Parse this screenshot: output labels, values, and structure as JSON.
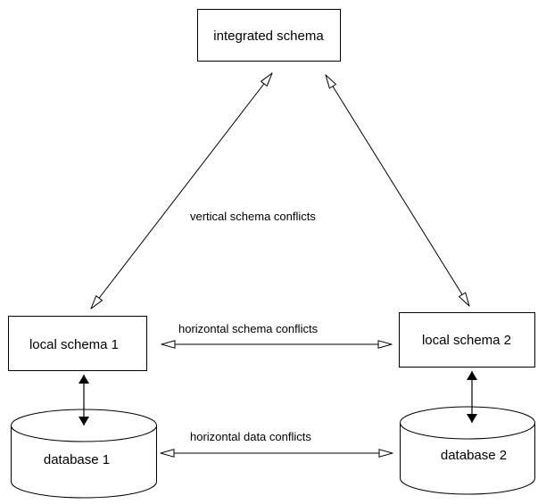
{
  "colors": {
    "stroke": "#000000",
    "background": "#ffffff"
  },
  "nodes": {
    "integrated_schema": "integrated schema",
    "local_schema_1": "local schema 1",
    "local_schema_2": "local schema 2",
    "database_1": "database 1",
    "database_2": "database 2"
  },
  "connections": {
    "vertical_schema_conflicts": "vertical schema conflicts",
    "horizontal_schema_conflicts": "horizontal schema conflicts",
    "horizontal_data_conflicts": "horizontal data conflicts"
  }
}
